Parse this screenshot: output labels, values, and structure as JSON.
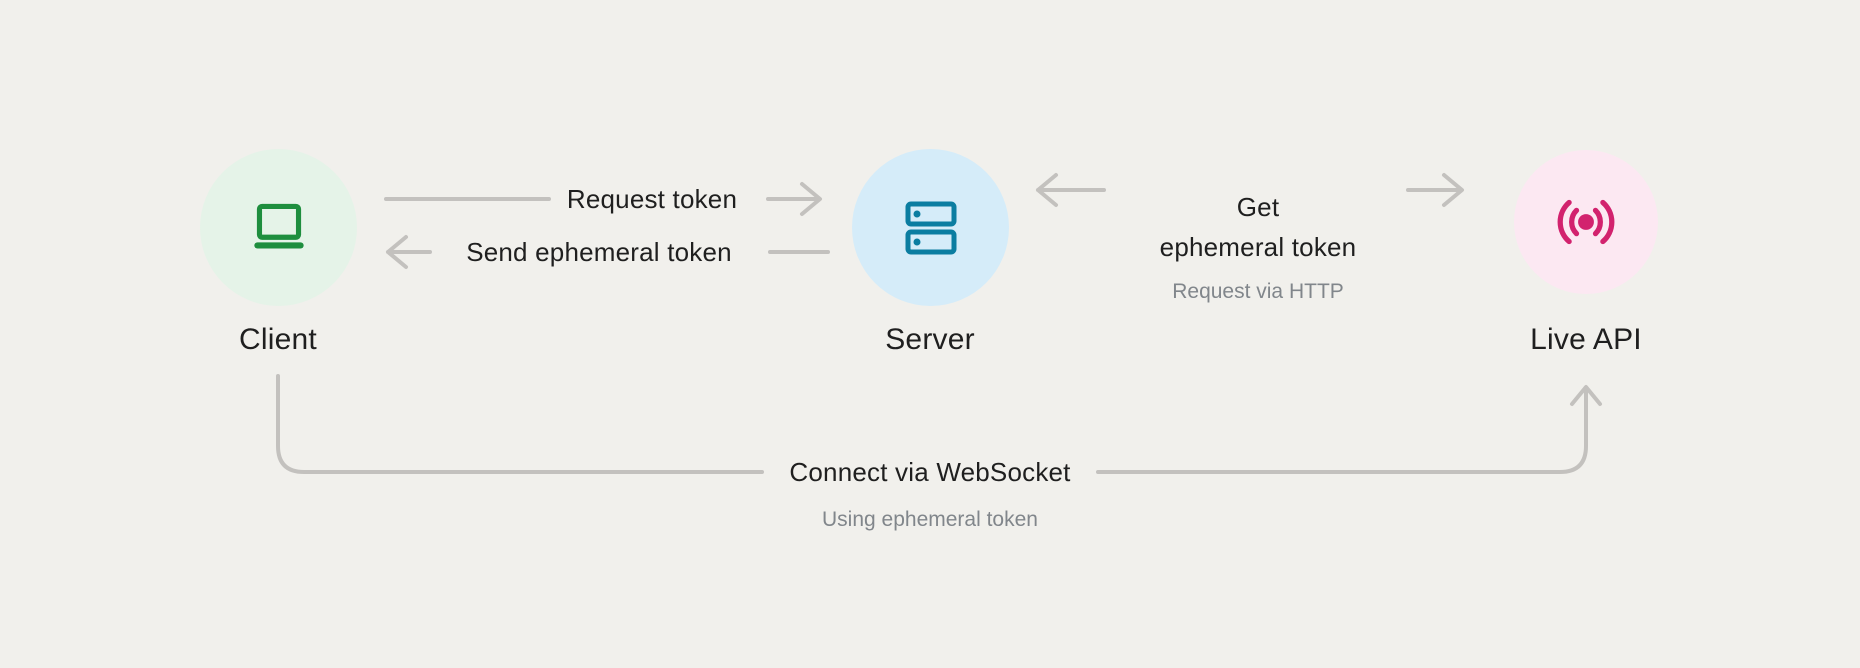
{
  "colors": {
    "page_bg": "#f1f0ec",
    "arrow": "#c3c1be",
    "text": "#1f1f1f",
    "muted": "#81868b",
    "client_circle": "#e5f3e8",
    "client_icon": "#1e8e3e",
    "server_circle": "#d5ecf9",
    "server_icon": "#0b7da1",
    "liveapi_circle": "#fce8f2",
    "liveapi_icon": "#d2226e"
  },
  "nodes": {
    "client": {
      "label": "Client",
      "icon": "laptop-icon"
    },
    "server": {
      "label": "Server",
      "icon": "server-rack-icon"
    },
    "live_api": {
      "label": "Live API",
      "icon": "broadcast-icon"
    }
  },
  "edges": {
    "request_token": {
      "label": "Request token",
      "direction": "Client → Server"
    },
    "send_ephemeral_token": {
      "label": "Send ephemeral token",
      "direction": "Server → Client"
    },
    "get_ephemeral_token": {
      "label": "Get\nephemeral token",
      "sublabel": "Request via HTTP",
      "direction": "Server ↔ Live API"
    },
    "connect_websocket": {
      "label": "Connect via WebSocket",
      "sublabel": "Using ephemeral token",
      "direction": "Client → Live API"
    }
  }
}
